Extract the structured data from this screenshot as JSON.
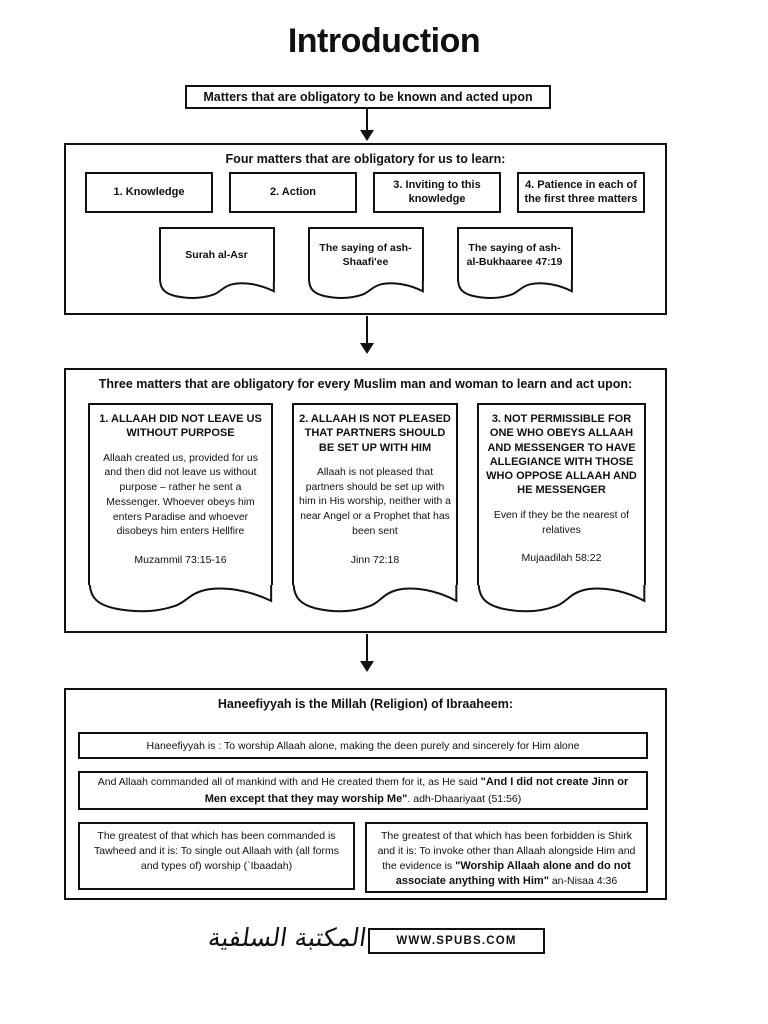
{
  "title": "Introduction",
  "top_box": "Matters that are obligatory to be known and acted upon",
  "four_matters": {
    "heading": "Four matters that are obligatory for us to learn:",
    "items": [
      "1. Knowledge",
      "2. Action",
      "3. Inviting to this knowledge",
      "4. Patience in each of the first three matters"
    ],
    "scrolls": [
      "Surah al-Asr",
      "The saying of ash-Shaafi'ee",
      "The saying of ash-al-Bukhaaree 47:19"
    ]
  },
  "three_matters": {
    "heading": "Three matters that are obligatory for every Muslim man and woman to learn and act upon:",
    "cards": [
      {
        "title": "1. ALLAAH DID NOT LEAVE US WITHOUT PURPOSE",
        "body": "Allaah created us, provided for us and then did not leave us without purpose – rather he sent a Messenger. Whoever obeys him enters Paradise and whoever disobeys him enters Hellfire",
        "reference": "Muzammil 73:15-16"
      },
      {
        "title": "2. ALLAAH IS NOT PLEASED THAT PARTNERS SHOULD BE SET UP WITH HIM",
        "body": "Allaah is not pleased that partners should be set up with him in His worship, neither with a near Angel or a Prophet that has been sent",
        "reference": "Jinn 72:18"
      },
      {
        "title": "3. NOT PERMISSIBLE FOR ONE WHO OBEYS ALLAAH AND MESSENGER TO HAVE ALLEGIANCE WITH THOSE WHO OPPOSE ALLAAH AND HE MESSENGER",
        "body": "Even if they be the nearest of relatives",
        "reference": "Mujaadilah 58:22"
      }
    ]
  },
  "haneefiyyah": {
    "heading": "Haneefiyyah is the Millah (Religion) of Ibraaheem:",
    "definition": "Haneefiyyah is : To worship Allaah alone, making the deen purely and sincerely for Him alone",
    "evidence": {
      "plain": "And Allaah commanded all of mankind with and He created them for it, as He said ",
      "bold": "\"And I did not create Jinn or Men except that they may worship Me\"",
      "ref": ". adh-Dhaariyaat (51:56)"
    },
    "tawheed_box": "The greatest of that which has been commanded is Tawheed and it is: To single out Allaah with (all forms and types of) worship (`Ibaadah)",
    "shirk_box": {
      "plain": "The greatest of that which has been forbidden is Shirk and it is: To invoke other than Allaah alongside Him and the evidence is ",
      "bold": "\"Worship Allaah alone and do not associate anything with Him\"",
      "ref": " an-Nisaa 4:36"
    }
  },
  "footer": {
    "logo_arabic": "المكتبة السلفية",
    "website": "WWW.SPUBS.COM"
  },
  "colors": {
    "ink": "#111111",
    "paper": "#ffffff"
  }
}
